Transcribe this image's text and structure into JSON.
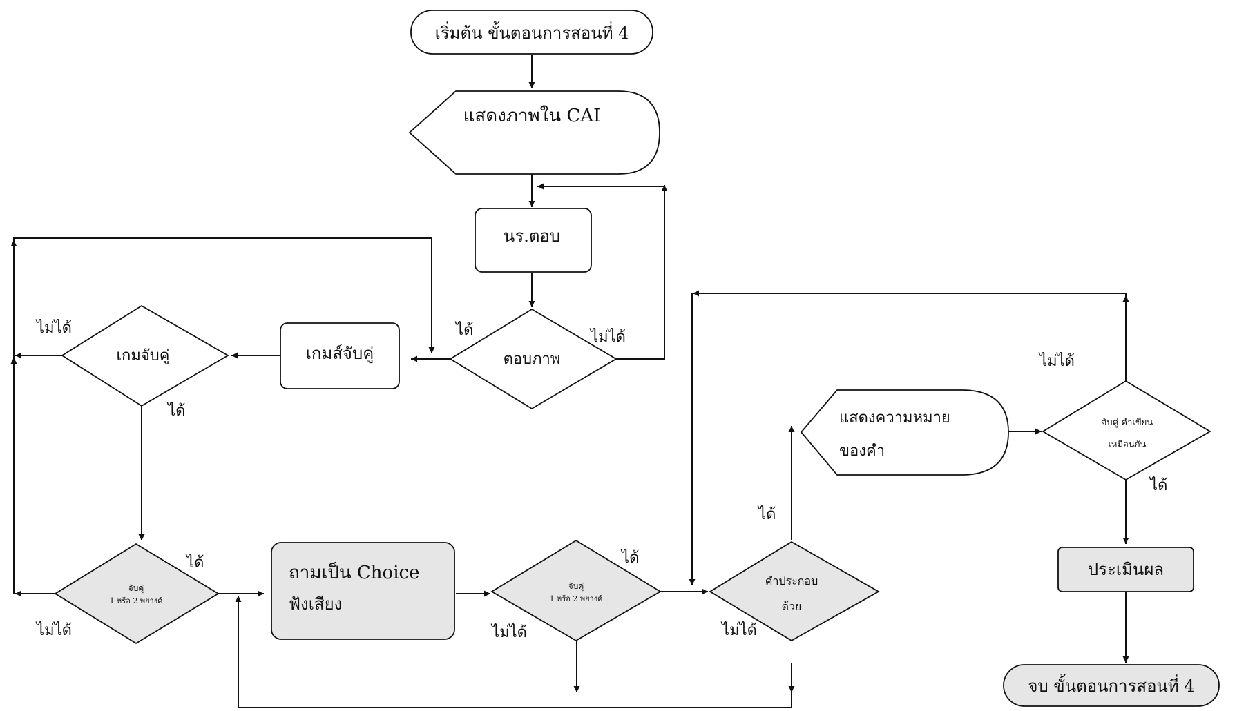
{
  "nodes": {
    "start": "เริ่มต้น ขั้นตอนการสอนที่ 4",
    "show_image": "แสดงภาพใน CAI",
    "student_answer": "นร.ตอบ",
    "answer_image": "ตอบภาพ",
    "matching_game_box": "เกมส์จับคู่",
    "matching_game_decision": "เกมจับคู่",
    "pair1_line1": "จับคู่",
    "pair1_line2": "1 หรือ 2 พยางค์",
    "ask_choice_line1": "ถามเป็น Choice",
    "ask_choice_line2": "ฟังเสียง",
    "pair2_line1": "จับคู่",
    "pair2_line2": "1 หรือ 2 พยางค์",
    "compound_line1": "คำประกอบ",
    "compound_line2": "ด้วย",
    "show_meaning_line1": "แสดงความหมาย",
    "show_meaning_line2": "ของคำ",
    "pair_spelling_line1": "จับคู่ คำเขียน",
    "pair_spelling_line2": "เหมือนกัน",
    "evaluate": "ประเมินผล",
    "end": "จบ ขั้นตอนการสอนที่ 4"
  },
  "edge_labels": {
    "yes": "ได้",
    "no": "ไม่ได้"
  }
}
